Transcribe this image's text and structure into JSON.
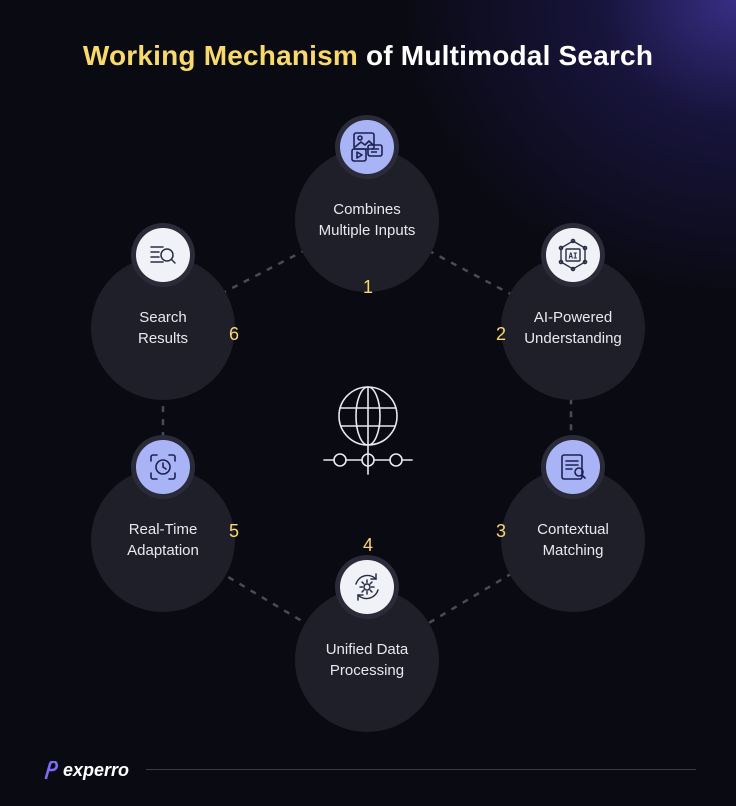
{
  "title": {
    "highlight": "Working Mechanism",
    "rest": "of Multimodal Search"
  },
  "steps": [
    {
      "number": "1",
      "label": "Combines\nMultiple Inputs",
      "icon": "multimedia-icon"
    },
    {
      "number": "2",
      "label": "AI-Powered\nUnderstanding",
      "icon": "ai-chip-icon"
    },
    {
      "number": "3",
      "label": "Contextual\nMatching",
      "icon": "document-search-icon"
    },
    {
      "number": "4",
      "label": "Unified Data\nProcessing",
      "icon": "gear-sync-icon"
    },
    {
      "number": "5",
      "label": "Real-Time\nAdaptation",
      "icon": "clock-focus-icon"
    },
    {
      "number": "6",
      "label": "Search\nResults",
      "icon": "list-search-icon"
    }
  ],
  "center_icon": "globe-network-icon",
  "brand": {
    "name": "experro"
  },
  "colors": {
    "accent": "#f9d96b",
    "badge_purple": "#a9b4f7",
    "badge_white": "#f0f2f8",
    "node": "#1f1f29",
    "background": "#0a0a12"
  }
}
